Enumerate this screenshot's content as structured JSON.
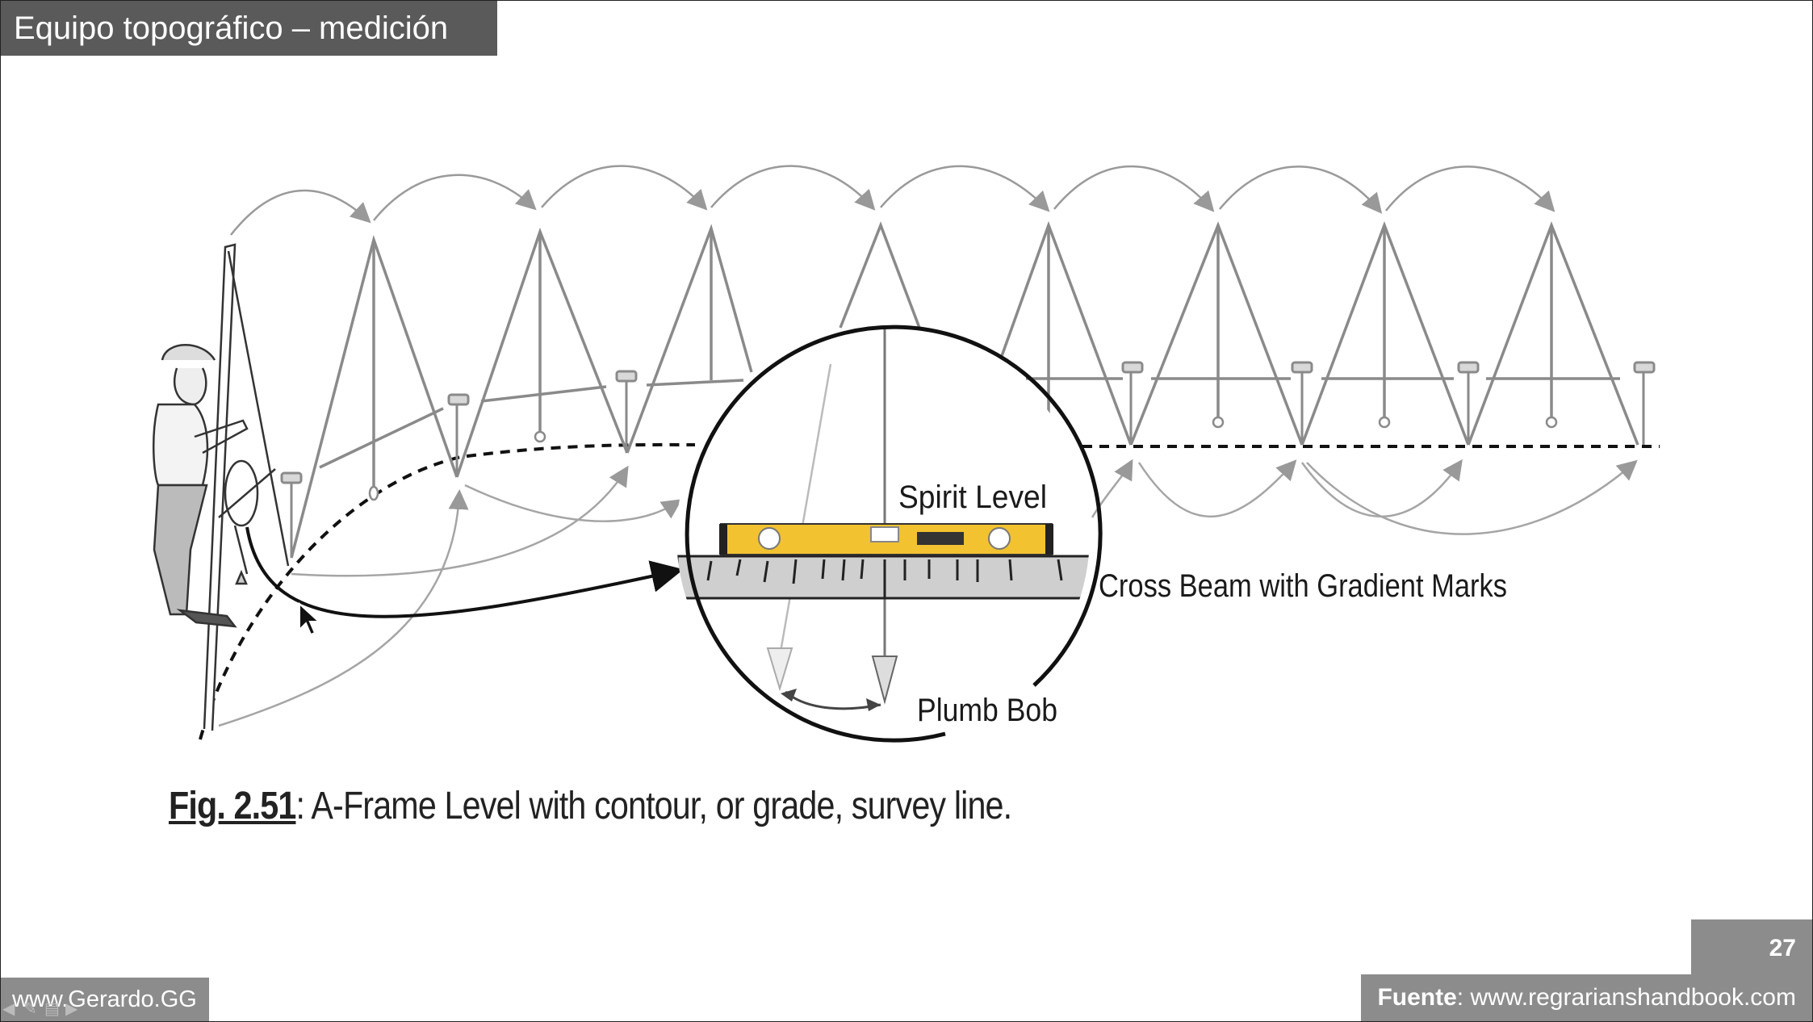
{
  "slide": {
    "title": "Equipo topográfico – medición",
    "page_number": "27",
    "source_label": "Fuente",
    "source_text": ": www.regrarianshandbook.com",
    "website": "www.Gerardo.GG"
  },
  "figure": {
    "caption_ref": "Fig. 2.51",
    "caption_text": ": A-Frame Level with contour, or grade, survey line.",
    "labels": {
      "spirit_level": "Spirit Level",
      "cross_beam": "Cross Beam with Gradient Marks",
      "plumb_bob": "Plumb Bob"
    }
  },
  "icons": [
    "arrow-pointer-icon",
    "nav-prev-icon",
    "nav-pen-icon",
    "nav-menu-icon",
    "nav-next-icon"
  ],
  "colors": {
    "title_bg": "#5a5a5a",
    "footer_bg": "#8c8c8c",
    "level_yellow": "#f2c230"
  }
}
